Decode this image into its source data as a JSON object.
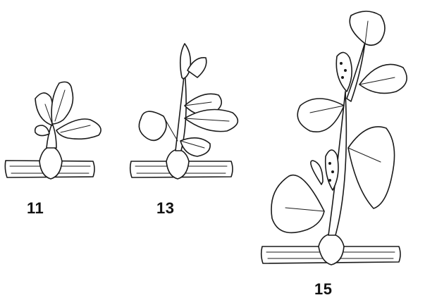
{
  "labels": {
    "stage_a": "11",
    "stage_b": "13",
    "stage_c": "15"
  },
  "colors": {
    "ink": "#1a1a1a",
    "background": "#ffffff"
  }
}
